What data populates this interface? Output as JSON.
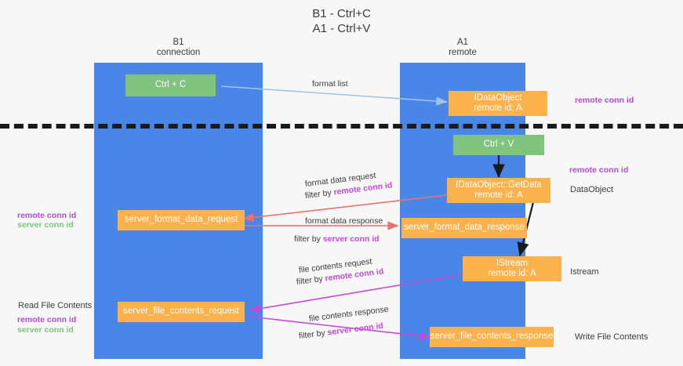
{
  "title": "B1 - Ctrl+C\nA1 - Ctrl+V",
  "lanes": [
    {
      "name": "lane-b1",
      "header": "B1\nconnection"
    },
    {
      "name": "lane-a1",
      "header": "A1\nremote"
    }
  ],
  "boxes": {
    "ctrl_c": "Ctrl + C",
    "data_object": "IDataObject\nremote id: A",
    "ctrl_v": "Ctrl + V",
    "get_data": "IDataObject::GetData\nremote id: A",
    "server_format_data_request": "server_format_data_request",
    "server_format_data_response": "server_format_data_response",
    "istream": "IStream\nremote id: A",
    "server_file_contents_request": "server_file_contents_request",
    "server_file_contents_response": "server_file_contents_response"
  },
  "right_labels": {
    "remote_conn_id_top": "remote conn id",
    "remote_conn_id_mid": "remote conn id",
    "data_object": "DataObject",
    "istream": "Istream",
    "write_file_contents": "Write File Contents"
  },
  "left_labels": {
    "remote_conn_id": "remote conn id",
    "server_conn_id": "server conn id",
    "read_file_contents": "Read File Contents",
    "remote_conn_id_2": "remote conn id",
    "server_conn_id_2": "server conn id"
  },
  "edges": {
    "format_list": "format list",
    "format_data_request": "format data request",
    "format_data_request_filter_prefix": "filter by ",
    "format_data_request_filter_key": "remote conn id",
    "format_data_response": "format data response",
    "format_data_response_filter_prefix": "filter by ",
    "format_data_response_filter_key": "server conn id",
    "file_contents_request": "file contents request",
    "file_contents_request_filter_prefix": "filter by ",
    "file_contents_request_filter_key": "remote conn id",
    "file_contents_response": "file contents response",
    "file_contents_response_filter_prefix": "filter by ",
    "file_contents_response_filter_key": "server conn id"
  },
  "colors": {
    "lane": "#4a86e8",
    "green_box": "#7fc37f",
    "orange_box": "#fbb24c",
    "divider": "#1a1a1a",
    "arrow_format_list": "#9fc5e8",
    "arrow_format_data": "#e8716b",
    "arrow_file_contents": "#c24bd6",
    "arrow_flow": "#1a1a1a",
    "remote_conn_id": "#b24bd6",
    "server_conn_id": "#79c879",
    "background": "#f7f7f7"
  }
}
